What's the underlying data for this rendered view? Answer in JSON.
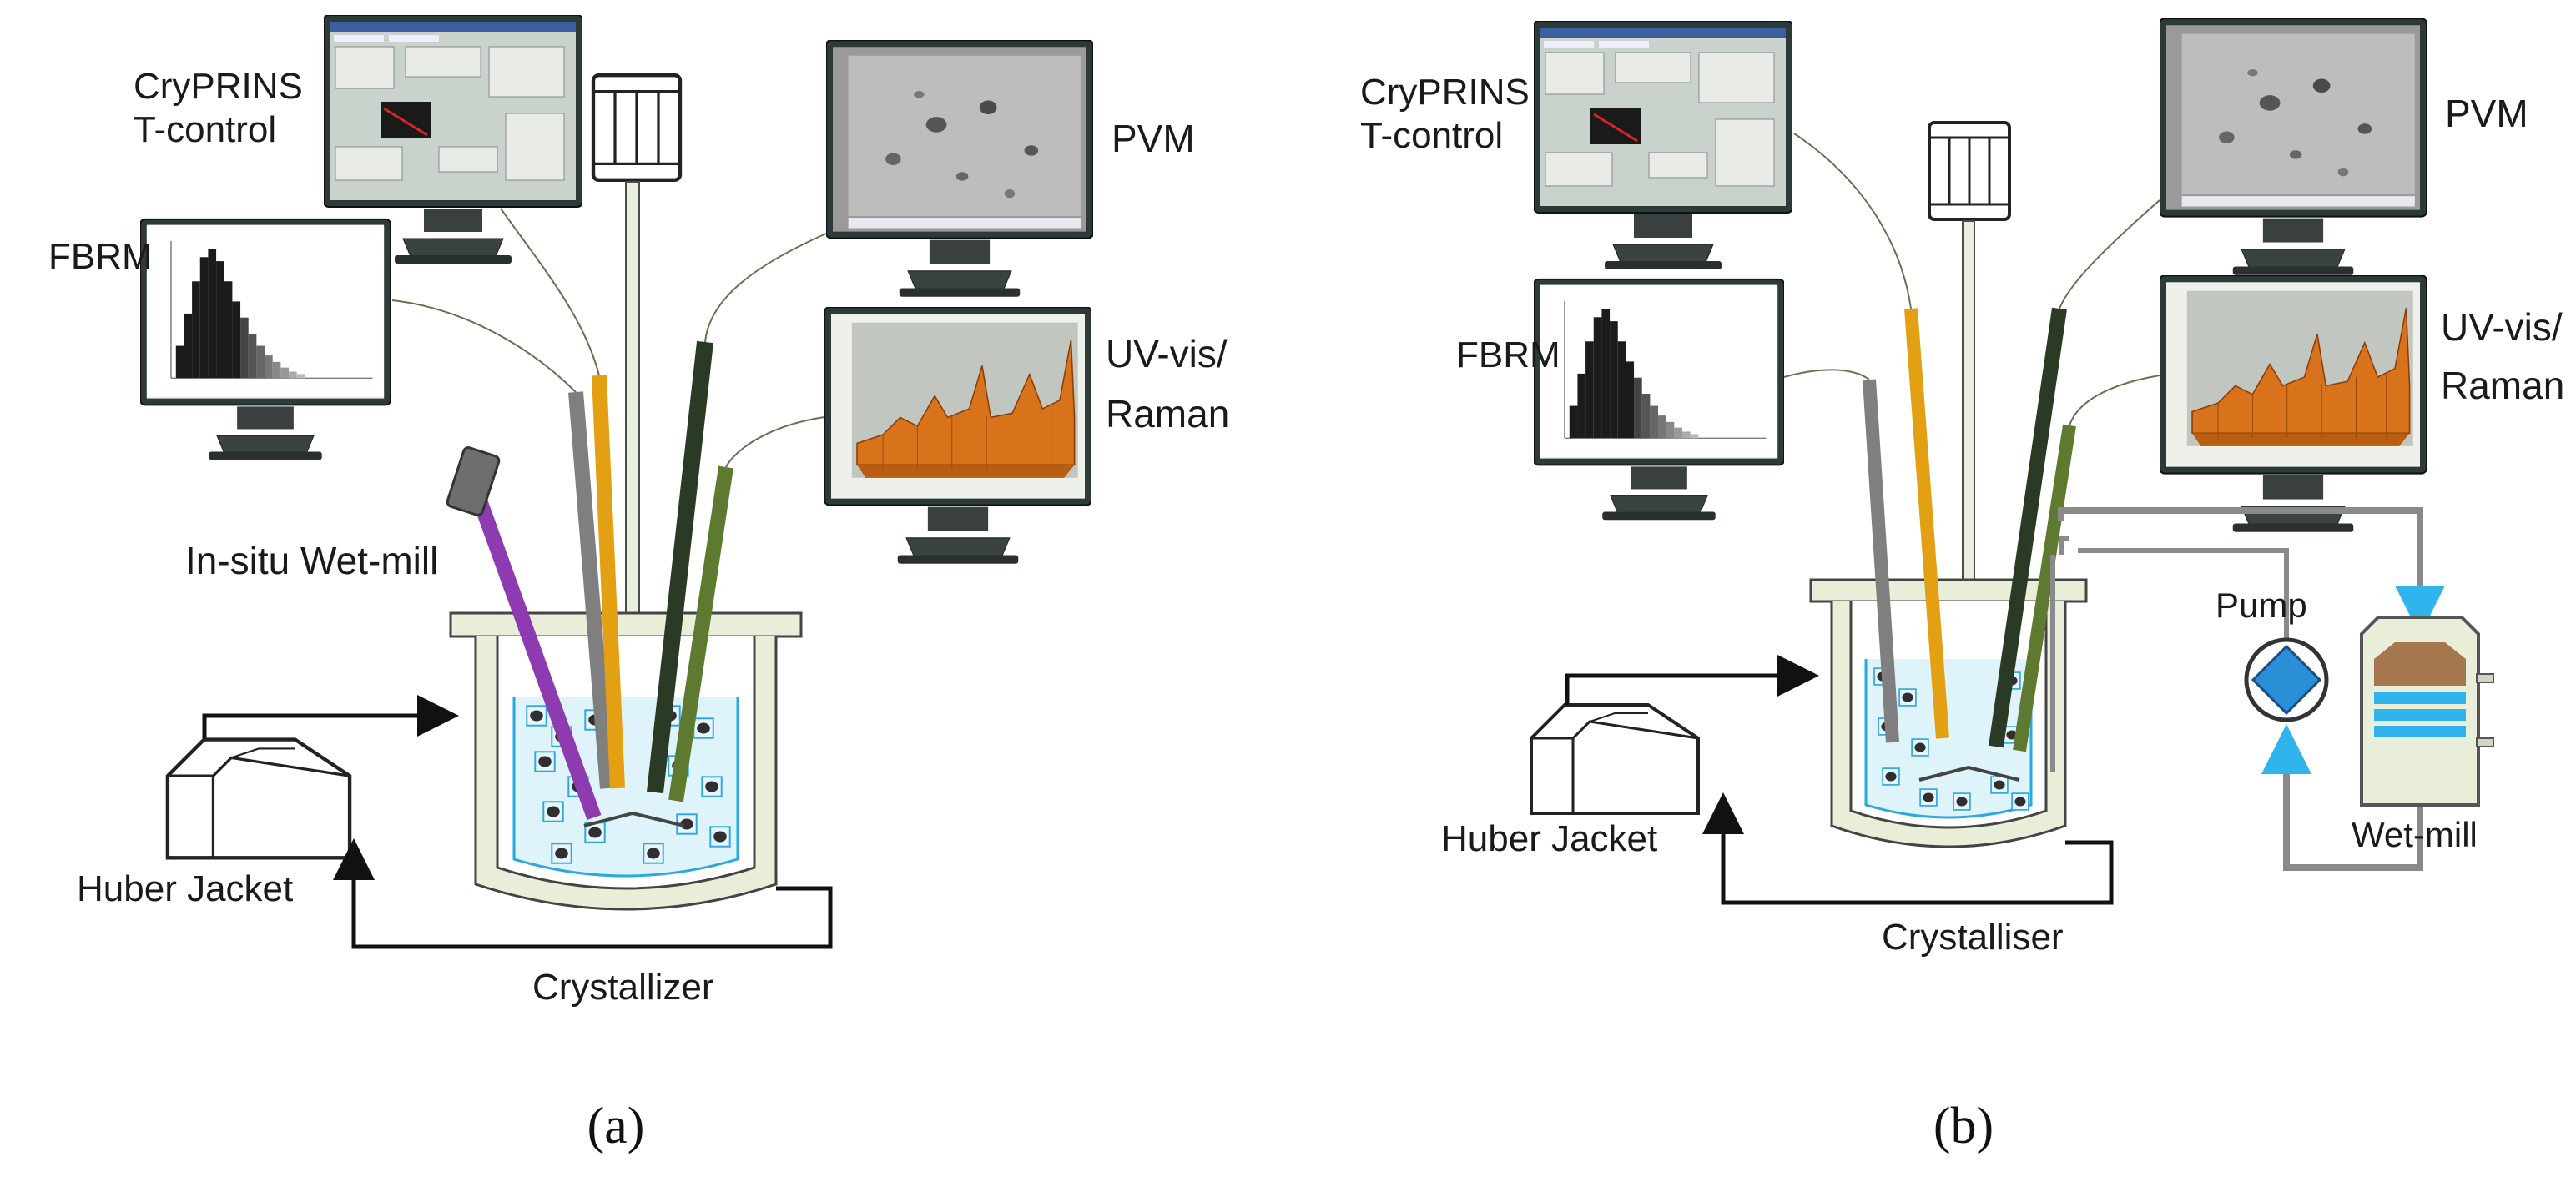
{
  "panel_a": {
    "caption": "(a)",
    "labels": {
      "cryprins_line1": "CryPRINS",
      "cryprins_line2": "T-control",
      "fbrm": "FBRM",
      "pvm": "PVM",
      "uvvis_line1": "UV-vis/",
      "uvvis_line2": "Raman",
      "wetmill": "In-situ Wet-mill",
      "huber": "Huber Jacket",
      "vessel": "Crystallizer"
    }
  },
  "panel_b": {
    "caption": "(b)",
    "labels": {
      "cryprins_line1": "CryPRINS",
      "cryprins_line2": "T-control",
      "fbrm": "FBRM",
      "pvm": "PVM",
      "uvvis_line1": "UV-vis/",
      "uvvis_line2": "Raman",
      "pump": "Pump",
      "wetmill": "Wet-mill",
      "huber": "Huber Jacket",
      "vessel": "Crystalliser"
    }
  },
  "colors": {
    "probe_fbrm": "#7f7f7f",
    "probe_cryprins": "#e3a012",
    "probe_pvm": "#2b3a24",
    "probe_uvvis": "#5e7a30",
    "wetmill_probe": "#8e3ab0",
    "liquid": "#3fb6e8",
    "vessel_fill": "#e8eed8",
    "pump_fill": "#2a8fd6"
  }
}
